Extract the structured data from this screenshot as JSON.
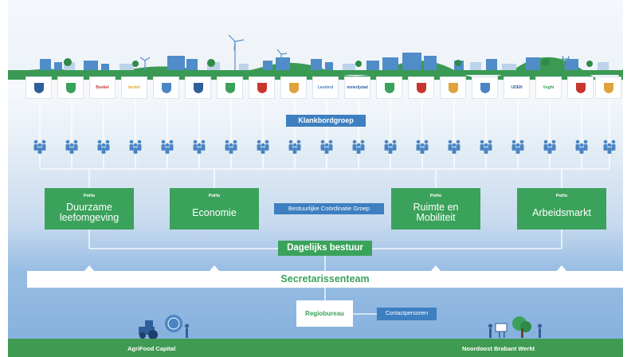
{
  "klankbordgroep": "Klankbordgroep",
  "bestuurlijke_groep": "Bestuurlijke Coördinatie Groep",
  "portfolios": [
    {
      "tag": "PoHo",
      "title": "Duurzame leefomgeving"
    },
    {
      "tag": "PoHo",
      "title": "Economie"
    },
    {
      "tag": "PoHo",
      "title": "Ruimte en Mobiliteit"
    },
    {
      "tag": "PoHo",
      "title": "Arbeidsmarkt"
    }
  ],
  "dagelijks_bestuur": "Dagelijks bestuur",
  "secretarissenteam": "Secretarissenteam",
  "regiobureau": "Regiobureau",
  "contactpersonen": "Contactpersonen",
  "footer": {
    "left": "AgriFood Capital",
    "right": "Noordoost Brabant Werkt"
  },
  "municipality_logos": [
    {
      "text": ""
    },
    {
      "text": ""
    },
    {
      "text": "Boekel"
    },
    {
      "text": "boxtel"
    },
    {
      "text": ""
    },
    {
      "text": ""
    },
    {
      "text": ""
    },
    {
      "text": ""
    },
    {
      "text": ""
    },
    {
      "text": "Landerd"
    },
    {
      "text": "meierijstad"
    },
    {
      "text": ""
    },
    {
      "text": ""
    },
    {
      "text": ""
    },
    {
      "text": ""
    },
    {
      "text": "UDEN"
    },
    {
      "text": "Vught"
    },
    {
      "text": ""
    },
    {
      "text": ""
    }
  ],
  "colors": {
    "green": "#3aa25a",
    "blue_tag": "#3d7fc1",
    "people": "#4a86c4"
  }
}
